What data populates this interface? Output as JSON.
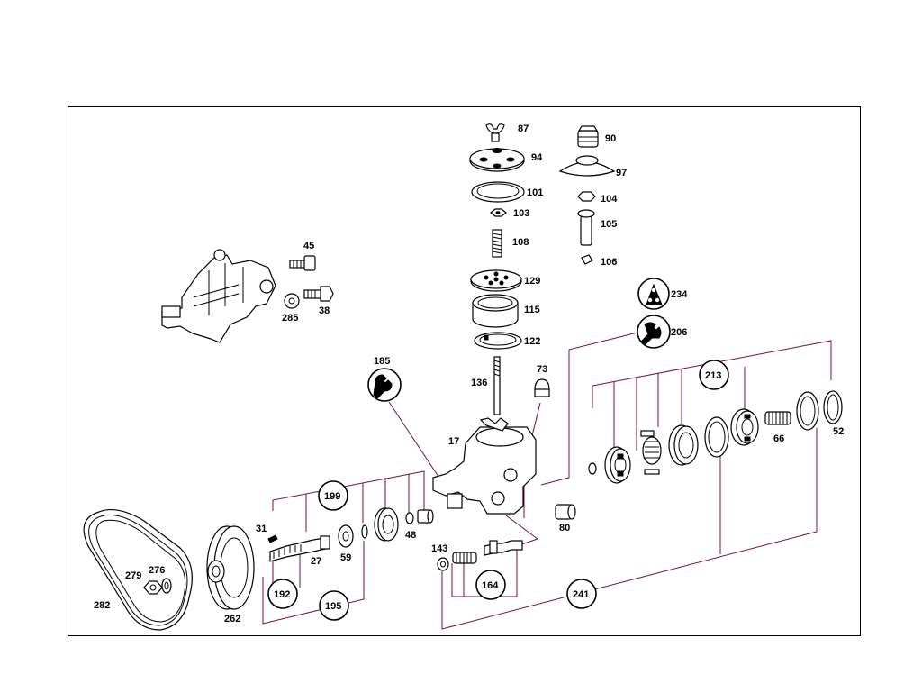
{
  "parts": [
    {
      "id": "p87",
      "label": "87"
    },
    {
      "id": "p90",
      "label": "90"
    },
    {
      "id": "p94",
      "label": "94"
    },
    {
      "id": "p97",
      "label": "97"
    },
    {
      "id": "p101",
      "label": "101"
    },
    {
      "id": "p104",
      "label": "104"
    },
    {
      "id": "p103",
      "label": "103"
    },
    {
      "id": "p105",
      "label": "105"
    },
    {
      "id": "p108",
      "label": "108"
    },
    {
      "id": "p106",
      "label": "106"
    },
    {
      "id": "p45",
      "label": "45"
    },
    {
      "id": "p129",
      "label": "129"
    },
    {
      "id": "p285",
      "label": "285"
    },
    {
      "id": "p38",
      "label": "38"
    },
    {
      "id": "p115",
      "label": "115"
    },
    {
      "id": "p122",
      "label": "122"
    },
    {
      "id": "p73",
      "label": "73"
    },
    {
      "id": "p136",
      "label": "136"
    },
    {
      "id": "p17",
      "label": "17"
    },
    {
      "id": "p66",
      "label": "66"
    },
    {
      "id": "p52",
      "label": "52"
    },
    {
      "id": "p31",
      "label": "31"
    },
    {
      "id": "p80",
      "label": "80"
    },
    {
      "id": "p48",
      "label": "48"
    },
    {
      "id": "p59",
      "label": "59"
    },
    {
      "id": "p27",
      "label": "27"
    },
    {
      "id": "p143",
      "label": "143"
    },
    {
      "id": "p276",
      "label": "276"
    },
    {
      "id": "p279",
      "label": "279"
    },
    {
      "id": "p282",
      "label": "282"
    },
    {
      "id": "p262",
      "label": "262"
    }
  ],
  "callouts": [
    {
      "id": "c185",
      "label": "185",
      "icon": "wrench-icon"
    },
    {
      "id": "c234",
      "label": "234",
      "icon": "three-hole-tool-icon"
    },
    {
      "id": "c206",
      "label": "206",
      "icon": "wrench-icon"
    },
    {
      "id": "c213",
      "label": "213"
    },
    {
      "id": "c199",
      "label": "199"
    },
    {
      "id": "c192",
      "label": "192"
    },
    {
      "id": "c195",
      "label": "195"
    },
    {
      "id": "c164",
      "label": "164"
    },
    {
      "id": "c241",
      "label": "241"
    }
  ]
}
